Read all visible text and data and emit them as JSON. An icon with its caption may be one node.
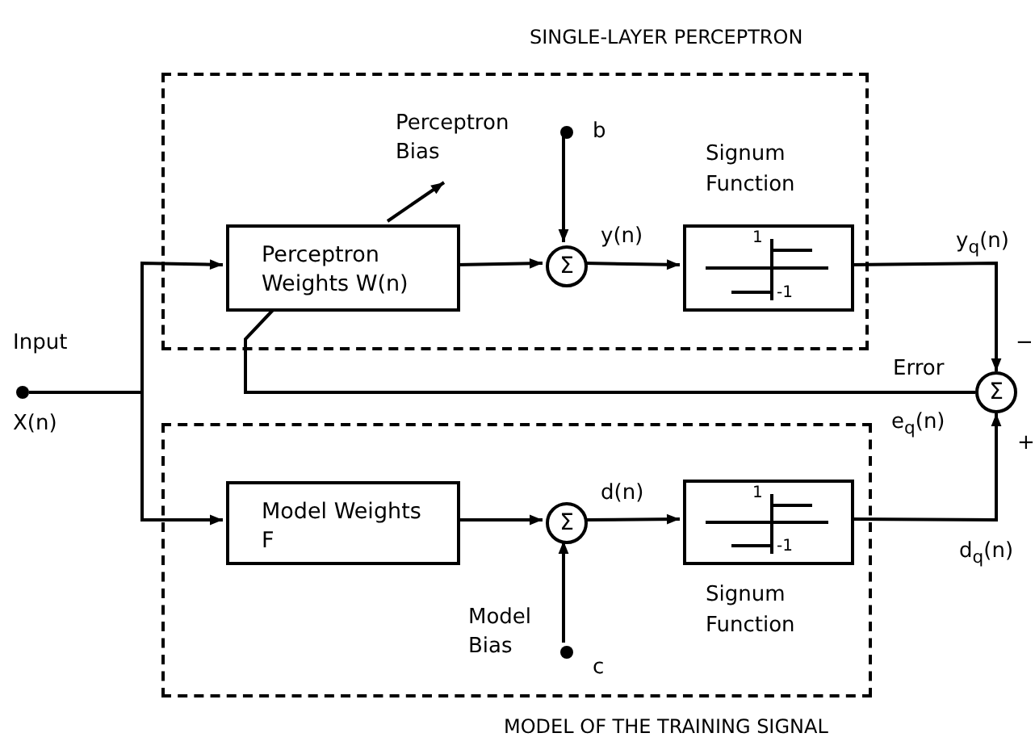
{
  "diagram": {
    "nodes": [
      {
        "text": [
          "SINGLE-LAYER PERCEPTRON"
        ]
      },
      {
        "text": [
          "Perceptron Weights W(n)"
        ],
        "in": 0
      },
      {
        "text": [
          "Σ"
        ],
        "in": 0
      },
      {
        "text": [
          "Signum Function",
          "1",
          "-1"
        ],
        "in": 0
      },
      {
        "text": [
          "b"
        ],
        "in": 0
      },
      {
        "text": [
          "MODEL OF THE TRAINING SIGNAL"
        ]
      },
      {
        "text": [
          "Model Weights F"
        ],
        "in": 5
      },
      {
        "text": [
          "Σ"
        ],
        "in": 5
      },
      {
        "text": [
          "1",
          "-1",
          "Signum Function"
        ],
        "in": 5
      },
      {
        "text": [
          "c"
        ],
        "in": 5
      },
      {
        "text": [
          "Input",
          "X(n)"
        ]
      },
      {
        "text": [
          "Σ"
        ]
      }
    ],
    "edges": [
      {
        "from": 10,
        "to": 1,
        "arrow": "to"
      },
      {
        "from": 10,
        "to": 6,
        "arrow": "to"
      },
      {
        "from": 1,
        "to": 2,
        "arrow": "to"
      },
      {
        "from": 4,
        "to": 2,
        "arrow": "to"
      },
      {
        "from": 2,
        "to": 3,
        "arrow": "to",
        "label": "y(n)"
      },
      {
        "from": 3,
        "to": 11,
        "arrow": "to",
        "label": "y$_{q}$(n)"
      },
      {
        "from": 6,
        "to": 7,
        "arrow": "to"
      },
      {
        "from": 9,
        "to": 7,
        "arrow": "to"
      },
      {
        "from": 7,
        "to": 8,
        "arrow": "to",
        "label": "d(n)"
      },
      {
        "from": 8,
        "to": 11,
        "arrow": "to",
        "label": "d$_{q}$(n)"
      },
      {
        "from": 11,
        "to": 1,
        "arrow": "none"
      }
    ],
    "labels": [
      "Perceptron Bias",
      "Error",
      "−",
      "e$_{q}$(n)",
      "+",
      "Model Bias"
    ]
  }
}
